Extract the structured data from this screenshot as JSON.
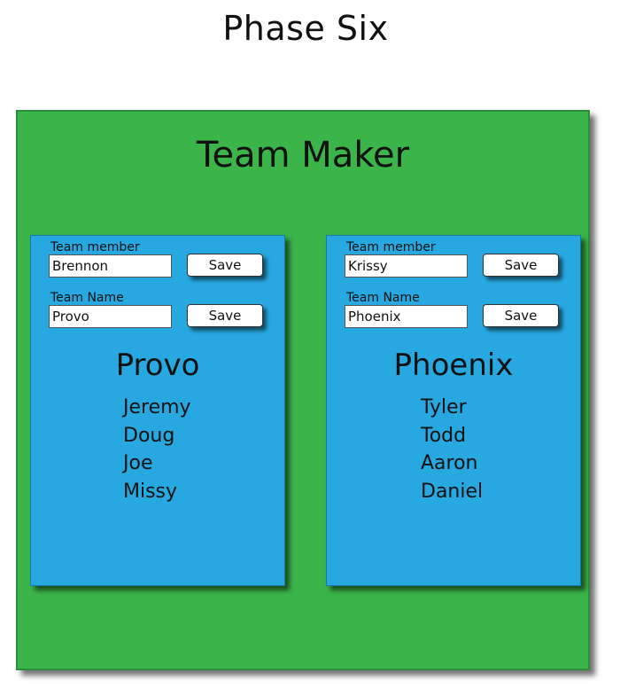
{
  "page": {
    "title": "Phase Six"
  },
  "board": {
    "title": "Team Maker",
    "colors": {
      "board": "#3bb44a",
      "card": "#27a8e0"
    }
  },
  "teams": [
    {
      "member_label": "Team member",
      "member_value": "Brennon",
      "member_save_label": "Save",
      "name_label": "Team Name",
      "name_value": "Provo",
      "name_save_label": "Save",
      "display_name": "Provo",
      "members": [
        "Jeremy",
        "Doug",
        "Joe",
        "Missy"
      ]
    },
    {
      "member_label": "Team member",
      "member_value": "Krissy",
      "member_save_label": "Save",
      "name_label": "Team Name",
      "name_value": "Phoenix",
      "name_save_label": "Save",
      "display_name": "Phoenix",
      "members": [
        "Tyler",
        "Todd",
        "Aaron",
        "Daniel"
      ]
    }
  ]
}
